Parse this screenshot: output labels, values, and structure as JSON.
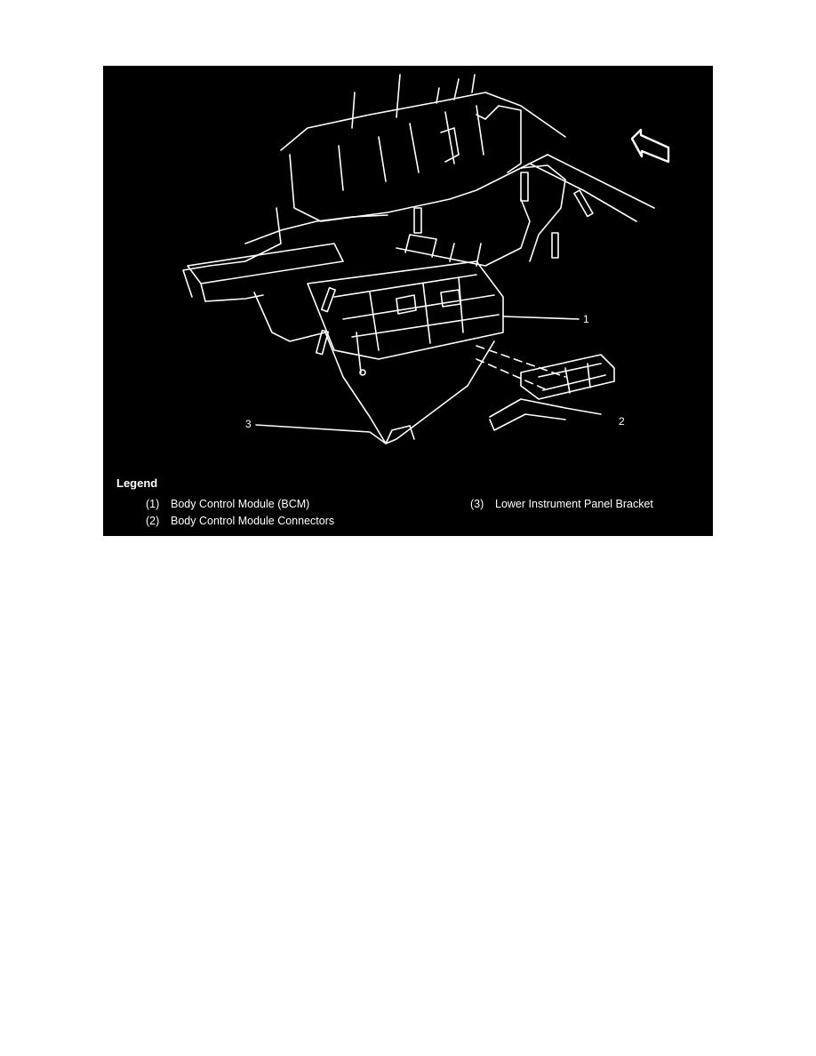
{
  "figure": {
    "icon": "bcm-location-diagram",
    "callouts": [
      "1",
      "2",
      "3"
    ]
  },
  "legend": {
    "title": "Legend",
    "items": [
      {
        "num": "(1)",
        "label": "Body Control Module (BCM)"
      },
      {
        "num": "(2)",
        "label": "Body Control Module Connectors"
      },
      {
        "num": "(3)",
        "label": "Lower Instrument Panel Bracket"
      }
    ]
  }
}
